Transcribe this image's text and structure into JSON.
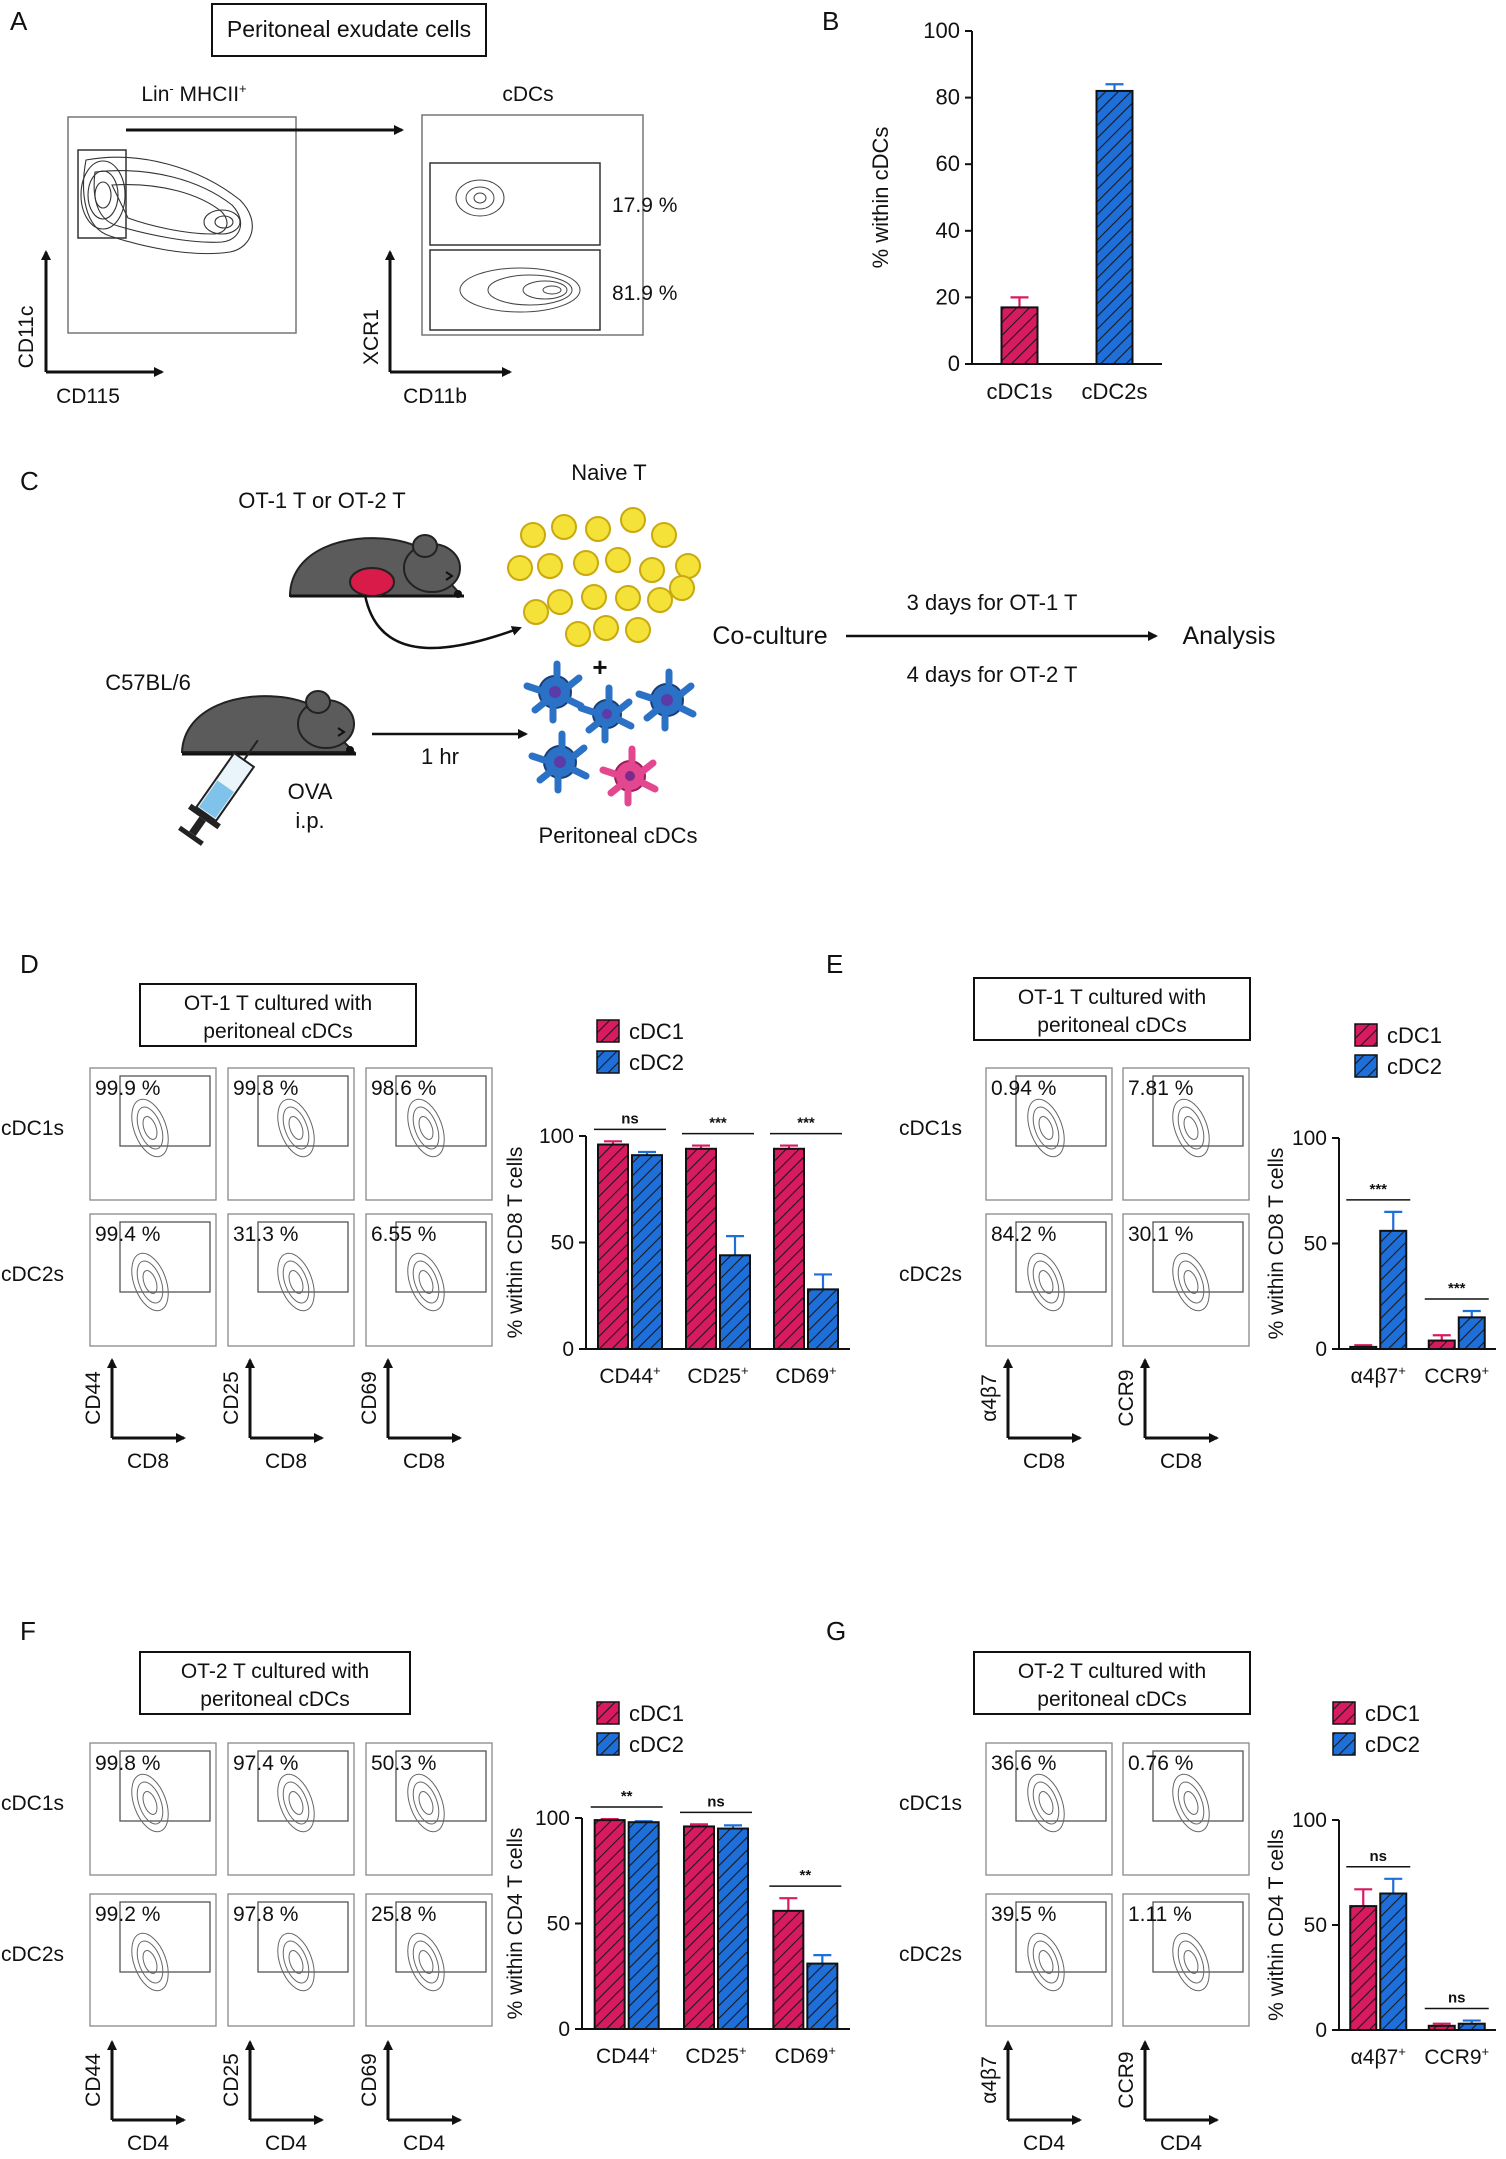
{
  "panel_labels": [
    "A",
    "B",
    "C",
    "D",
    "E",
    "F",
    "G"
  ],
  "colors": {
    "cdc1": "#d81b60",
    "cdc2": "#1e6fd9",
    "ink": "#111111"
  },
  "panel_a": {
    "box_title": "Peritoneal exudate cells",
    "left_plot": {
      "title_main": "Lin",
      "title_sup": "-",
      "title_rest": " MHCII",
      "title_sup2": "+",
      "y": "CD11c",
      "x": "CD115"
    },
    "right_plot": {
      "title": "cDCs",
      "y": "XCR1",
      "x": "CD11b",
      "gate_top": "17.9 %",
      "gate_bottom": "81.9 %"
    }
  },
  "panel_c": {
    "donor": "OT-1 T or OT-2 T",
    "naive": "Naive T",
    "host": "C57BL/6",
    "ova": "OVA",
    "route": "i.p.",
    "time": "1 hr",
    "plus": "+",
    "cdcs": "Peritoneal cDCs",
    "coculture": "Co-culture",
    "days1": "3 days for OT-1 T",
    "days2": "4 days for OT-2 T",
    "analysis": "Analysis"
  },
  "panel_d": {
    "box1": "OT-1 T cultured with",
    "box2": "peritoneal cDCs",
    "row1": "cDC1s",
    "row2": "cDC2s",
    "facs": [
      [
        "99.9 %",
        "99.8 %",
        "98.6 %"
      ],
      [
        "99.4 %",
        "31.3 %",
        "6.55 %"
      ]
    ],
    "y_axes": [
      "CD44",
      "CD25",
      "CD69"
    ],
    "x_axis": "CD8"
  },
  "panel_e": {
    "box1": "OT-1 T cultured with",
    "box2": "peritoneal cDCs",
    "row1": "cDC1s",
    "row2": "cDC2s",
    "facs": [
      [
        "0.94 %",
        "7.81 %"
      ],
      [
        "84.2 %",
        "30.1 %"
      ]
    ],
    "y_axes": [
      "α4β7",
      "CCR9"
    ],
    "x_axis": "CD8"
  },
  "panel_f": {
    "box1": "OT-2 T cultured with",
    "box2": "peritoneal cDCs",
    "row1": "cDC1s",
    "row2": "cDC2s",
    "facs": [
      [
        "99.8 %",
        "97.4 %",
        "50.3 %"
      ],
      [
        "99.2 %",
        "97.8 %",
        "25.8 %"
      ]
    ],
    "y_axes": [
      "CD44",
      "CD25",
      "CD69"
    ],
    "x_axis": "CD4"
  },
  "panel_g": {
    "box1": "OT-2 T cultured with",
    "box2": "peritoneal cDCs",
    "row1": "cDC1s",
    "row2": "cDC2s",
    "facs": [
      [
        "36.6 %",
        "0.76 %"
      ],
      [
        "39.5 %",
        "1.11 %"
      ]
    ],
    "y_axes": [
      "α4β7",
      "CCR9"
    ],
    "x_axis": "CD4"
  },
  "chart_data": [
    {
      "id": "B",
      "type": "bar",
      "categories": [
        "cDC1s",
        "cDC2s"
      ],
      "values": [
        17,
        82
      ],
      "errors": [
        3,
        2
      ],
      "ylabel": "% within cDCs",
      "ylim": [
        0,
        100
      ],
      "yticks": [
        0,
        20,
        40,
        60,
        80,
        100
      ],
      "grid": false
    },
    {
      "id": "D",
      "type": "bar",
      "categories": [
        "CD44",
        "CD25",
        "CD69"
      ],
      "category_sup": "+",
      "series": [
        {
          "name": "cDC1",
          "values": [
            96,
            94,
            94
          ],
          "errors": [
            1.5,
            1.5,
            1.5
          ]
        },
        {
          "name": "cDC2",
          "values": [
            91,
            44,
            28
          ],
          "errors": [
            1.5,
            9,
            7
          ]
        }
      ],
      "significance": [
        "ns",
        "***",
        "***"
      ],
      "ylabel": "% within CD8 T cells",
      "ylim": [
        0,
        100
      ],
      "yticks": [
        0,
        50,
        100
      ],
      "legend": "top"
    },
    {
      "id": "E",
      "type": "bar",
      "categories": [
        "α4β7",
        "CCR9"
      ],
      "category_sup": "+",
      "series": [
        {
          "name": "cDC1",
          "values": [
            1,
            4
          ],
          "errors": [
            0.8,
            2.5
          ]
        },
        {
          "name": "cDC2",
          "values": [
            56,
            15
          ],
          "errors": [
            9,
            3
          ]
        }
      ],
      "significance": [
        "***",
        "***"
      ],
      "ylabel": "% within CD8 T cells",
      "ylim": [
        0,
        100
      ],
      "yticks": [
        0,
        50,
        100
      ],
      "legend": "top"
    },
    {
      "id": "F",
      "type": "bar",
      "categories": [
        "CD44",
        "CD25",
        "CD69"
      ],
      "category_sup": "+",
      "series": [
        {
          "name": "cDC1",
          "values": [
            99,
            96,
            56
          ],
          "errors": [
            0.5,
            1,
            6
          ]
        },
        {
          "name": "cDC2",
          "values": [
            98,
            95,
            31
          ],
          "errors": [
            0.5,
            1.5,
            4
          ]
        }
      ],
      "significance": [
        "**",
        "ns",
        "**"
      ],
      "ylabel": "% within CD4 T cells",
      "ylim": [
        0,
        100
      ],
      "yticks": [
        0,
        50,
        100
      ],
      "legend": "top"
    },
    {
      "id": "G",
      "type": "bar",
      "categories": [
        "α4β7",
        "CCR9"
      ],
      "category_sup": "+",
      "series": [
        {
          "name": "cDC1",
          "values": [
            59,
            2
          ],
          "errors": [
            8,
            1
          ]
        },
        {
          "name": "cDC2",
          "values": [
            65,
            3
          ],
          "errors": [
            7,
            1.5
          ]
        }
      ],
      "significance": [
        "ns",
        "ns"
      ],
      "ylabel": "% within CD4 T cells",
      "ylim": [
        0,
        100
      ],
      "yticks": [
        0,
        50,
        100
      ],
      "legend": "top"
    }
  ]
}
